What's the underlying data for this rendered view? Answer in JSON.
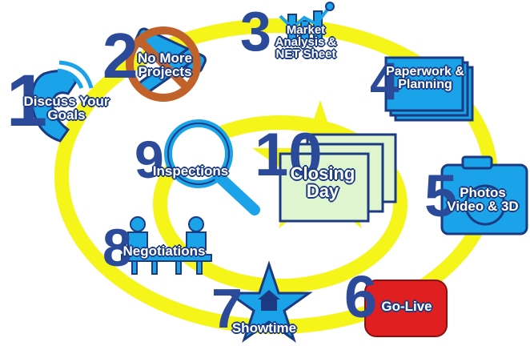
{
  "colors": {
    "track": "#f5f51a",
    "star": "#f5f51a",
    "icon_fill": "#1aa3e8",
    "icon_stroke": "#1b3a82",
    "number": "#2b4a9a",
    "no_sign": "#c0622a",
    "youtube": "#e02020"
  },
  "steps": [
    {
      "number": "1",
      "label": "Discuss Your Goals",
      "icon": "phone-icon"
    },
    {
      "number": "2",
      "label": "No More Projects",
      "icon": "no-tools-icon"
    },
    {
      "number": "3",
      "label": "Market Analysis & NET Sheet",
      "icon": "chart-icon"
    },
    {
      "number": "4",
      "label": "Paperwork & Planning",
      "icon": "documents-icon"
    },
    {
      "number": "5",
      "label": "Photos Video & 3D",
      "icon": "camera-icon"
    },
    {
      "number": "6",
      "label": "Go-Live",
      "icon": "play-button-icon"
    },
    {
      "number": "7",
      "label": "Showtime",
      "icon": "house-star-icon"
    },
    {
      "number": "8",
      "label": "Negotiations",
      "icon": "meeting-icon"
    },
    {
      "number": "9",
      "label": "Inspections",
      "icon": "magnifier-icon"
    },
    {
      "number": "10",
      "label": "Closing Day",
      "icon": "money-stack-icon"
    }
  ]
}
